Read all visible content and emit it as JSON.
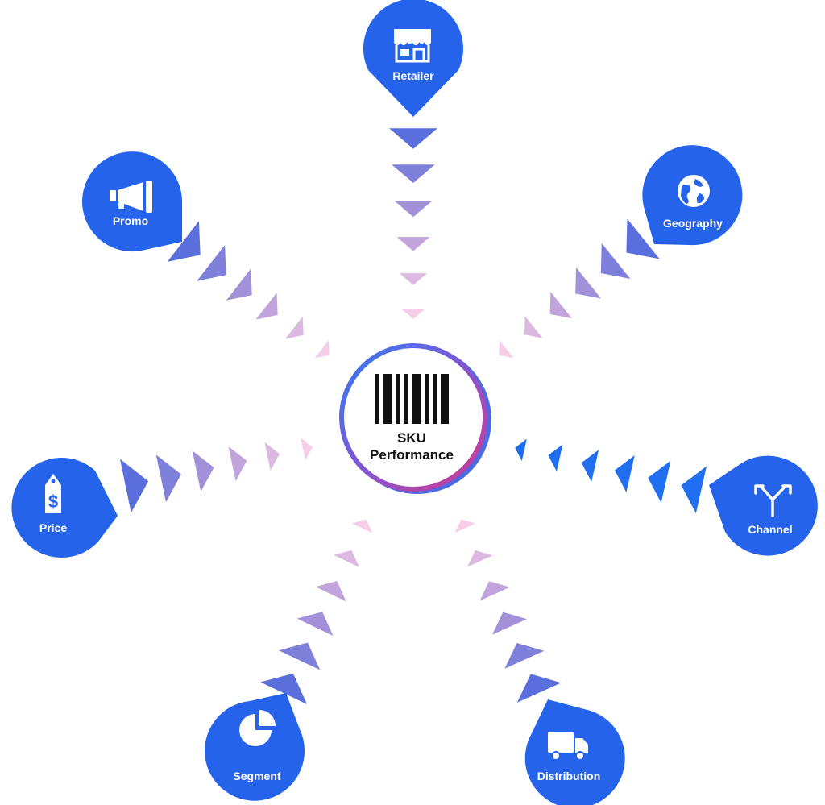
{
  "center": {
    "title_line1": "SKU",
    "title_line2": "Performance",
    "icon": "barcode-icon"
  },
  "colors": {
    "pin": "#2563eb",
    "arrow_start": "#5b6fdc",
    "arrow_mid": "#b49ad8",
    "arrow_end": "#f6cde6",
    "channel_arrows": "#1f6ff0",
    "ring_blue": "#2f7df0",
    "ring_pink": "#d8368f"
  },
  "nodes": [
    {
      "id": "retailer",
      "label": "Retailer",
      "icon": "storefront-icon"
    },
    {
      "id": "geography",
      "label": "Geography",
      "icon": "globe-icon"
    },
    {
      "id": "channel",
      "label": "Channel",
      "icon": "split-arrow-icon"
    },
    {
      "id": "distribution",
      "label": "Distribution",
      "icon": "truck-icon"
    },
    {
      "id": "segment",
      "label": "Segment",
      "icon": "pie-chart-icon"
    },
    {
      "id": "price",
      "label": "Price",
      "icon": "price-tag-icon"
    },
    {
      "id": "promo",
      "label": "Promo",
      "icon": "megaphone-icon"
    }
  ]
}
